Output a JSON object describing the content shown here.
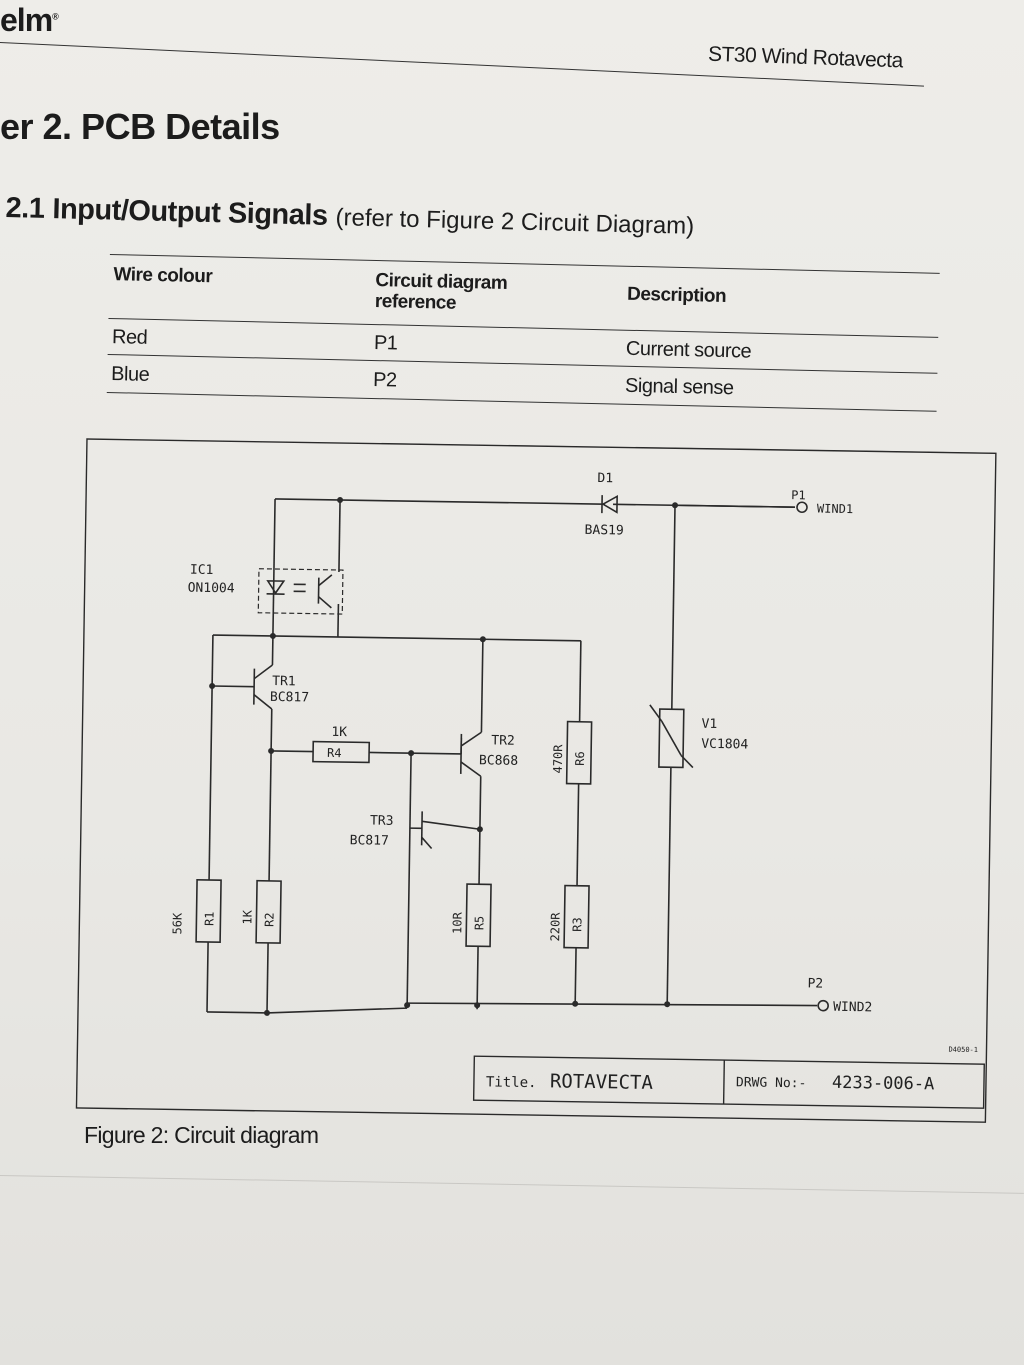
{
  "header": {
    "logo": "elm",
    "logo_mark": "®",
    "doc_title": "ST30 Wind Rotavecta"
  },
  "chapter": {
    "title": "er 2.  PCB Details"
  },
  "section": {
    "number": "2.1",
    "title": "Input/Output Signals",
    "note": "(refer to Figure 2 Circuit Diagram)"
  },
  "signals_table": {
    "headers": [
      "Wire colour",
      "Circuit diagram reference",
      "Description"
    ],
    "header_ref_lines": [
      "Circuit diagram",
      "reference"
    ],
    "rows": [
      [
        "Red",
        "P1",
        "Current source"
      ],
      [
        "Blue",
        "P2",
        "Signal sense"
      ]
    ]
  },
  "circuit": {
    "components": {
      "ic1": {
        "ref": "IC1",
        "part": "ON1004"
      },
      "d1": {
        "ref": "D1",
        "part": "BAS19"
      },
      "tr1": {
        "ref": "TR1",
        "part": "BC817"
      },
      "tr2": {
        "ref": "TR2",
        "part": "BC868"
      },
      "tr3": {
        "ref": "TR3",
        "part": "BC817"
      },
      "r1": {
        "ref": "R1",
        "value": "56K"
      },
      "r2": {
        "ref": "R2",
        "value": "1K"
      },
      "r3": {
        "ref": "R3",
        "value": "220R"
      },
      "r4": {
        "ref": "R4",
        "value": "1K"
      },
      "r5": {
        "ref": "R5",
        "value": "10R"
      },
      "r6": {
        "ref": "R6",
        "value": "470R"
      },
      "v1": {
        "ref": "V1",
        "part": "VC1804"
      }
    },
    "terminals": {
      "p1": {
        "ref": "P1",
        "name": "WIND1"
      },
      "p2": {
        "ref": "P2",
        "name": "WIND2"
      }
    },
    "title_block": {
      "title_label": "Title.",
      "title_value": "ROTAVECTA",
      "drawing_no_label": "DRWG No:-",
      "drawing_no_value": "4233-006-A"
    },
    "sheet_code": "D4050-1"
  },
  "figure": {
    "caption": "Figure 2:  Circuit diagram"
  }
}
